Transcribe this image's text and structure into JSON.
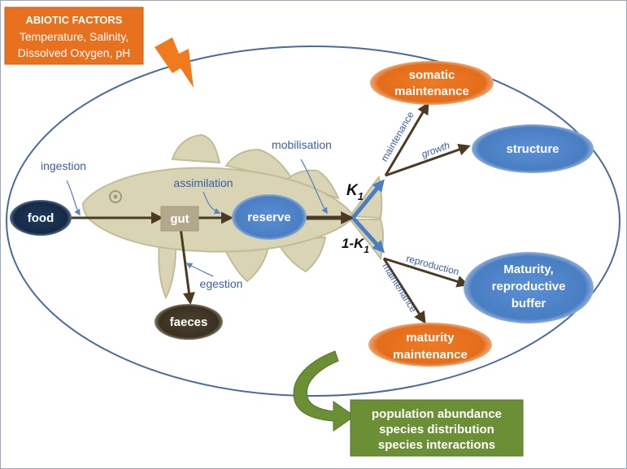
{
  "abiotic": {
    "title": "ABIOTIC FACTORS",
    "line1": "Temperature, Salinity,",
    "line2": "Dissolved Oxygen, pH"
  },
  "nodes": {
    "food": "food",
    "gut": "gut",
    "reserve": "reserve",
    "faeces": "faeces",
    "somatic_line1": "somatic",
    "somatic_line2": "maintenance",
    "structure": "structure",
    "maturity_line1": "Maturity,",
    "maturity_line2": "reproductive",
    "maturity_line3": "buffer",
    "maturity_maint_line1": "maturity",
    "maturity_maint_line2": "maintenance"
  },
  "flows": {
    "ingestion": "ingestion",
    "assimilation": "assimilation",
    "mobilisation": "mobilisation",
    "egestion": "egestion",
    "maintenance_upper": "maintenance",
    "growth": "growth",
    "reproduction": "reproduction",
    "maintenance_lower": "maintenance"
  },
  "kappa": {
    "k_main": "K",
    "k_sub": "1",
    "one_minus_k_main": "1-K",
    "one_minus_k_sub": "1"
  },
  "outcomes": {
    "line1": "population abundance",
    "line2": "species distribution",
    "line3": "species interactions"
  },
  "colors": {
    "blue_node": "#4f81c7",
    "orange_node": "#e8711f",
    "dark_node": "#1a2d4a",
    "brown_arrow": "#4a3b22",
    "label_blue": "#3a5fa6",
    "green_box": "#6a8f35",
    "ellipse_border": "#4b6b9b",
    "fish": "#d9d4b4"
  }
}
